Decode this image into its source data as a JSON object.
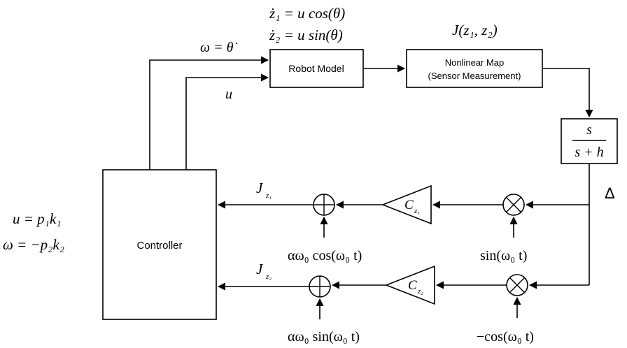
{
  "blocks": {
    "robot_model": "Robot Model",
    "nonlinear_map_line1": "Nonlinear Map",
    "nonlinear_map_line2": "(Sensor Measurement)",
    "controller": "Controller",
    "filter_num": "s",
    "filter_den": "s + h",
    "gain1": "C",
    "gain1_sub": "z₁",
    "gain2": "C",
    "gain2_sub": "z₂"
  },
  "equations": {
    "dyn1": "ż₁ = u cos(θ)",
    "dyn2": "ż₂ = u sin(θ)",
    "cost": "J(z₁, z₂)",
    "control_u": "u = p₁k₁",
    "control_w": "ω = −p₂k₂"
  },
  "signals": {
    "omega_in": "ω = θ̇",
    "u_in": "u",
    "grad1": "J",
    "grad1_sub": "z₁",
    "grad2": "J",
    "grad2_sub": "z₂",
    "dither1": "αω₀ cos(ω₀ t)",
    "dither2": "αω₀ sin(ω₀ t)",
    "demod1": "sin(ω₀ t)",
    "demod2": "−cos(ω₀ t)",
    "delta": "Δ"
  }
}
